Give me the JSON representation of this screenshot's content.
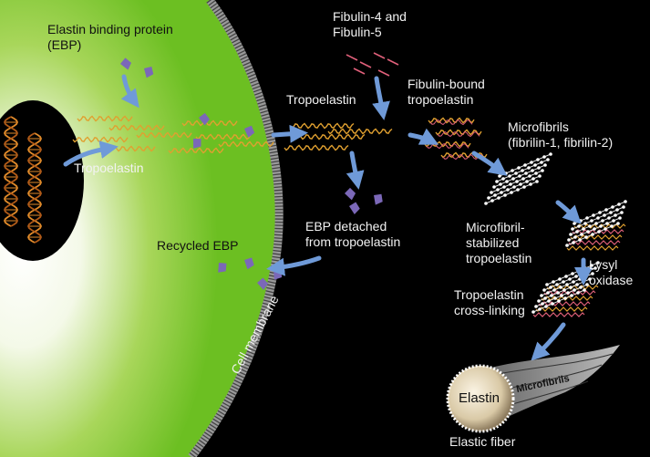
{
  "labels": {
    "ebp": "Elastin binding protein\n(EBP)",
    "tropoelastin_nucleus": "Tropoelastin",
    "recycled_ebp": "Recycled EBP",
    "fibulin": "Fibulin-4 and\nFibulin-5",
    "tropoelastin_out": "Tropoelastin",
    "fibulin_bound": "Fibulin-bound\ntropoelastin",
    "microfibrils": "Microfibrils\n(fibrilin-1, fibrilin-2)",
    "ebp_detached": "EBP detached\nfrom tropoelastin",
    "microfibril_stabilized": "Microfibril-\nstabilized\ntropoelastin",
    "lysyl_oxidase": "Lysyl\noxidase",
    "crosslinking": "Tropoelastin\ncross-linking",
    "cell_membrane": "Cell membrane",
    "elastin": "Elastin",
    "microfibrils_fiber": "Microfibrils",
    "elastic_fiber": "Elastic fiber"
  },
  "colors": {
    "cell": "#7dc32a",
    "helix": "#e08a2a",
    "ebp": "#7b68b8",
    "fibulin": "#e0607a",
    "tropoelastin": "#e0a030",
    "arrow": "#6f9ad8"
  }
}
